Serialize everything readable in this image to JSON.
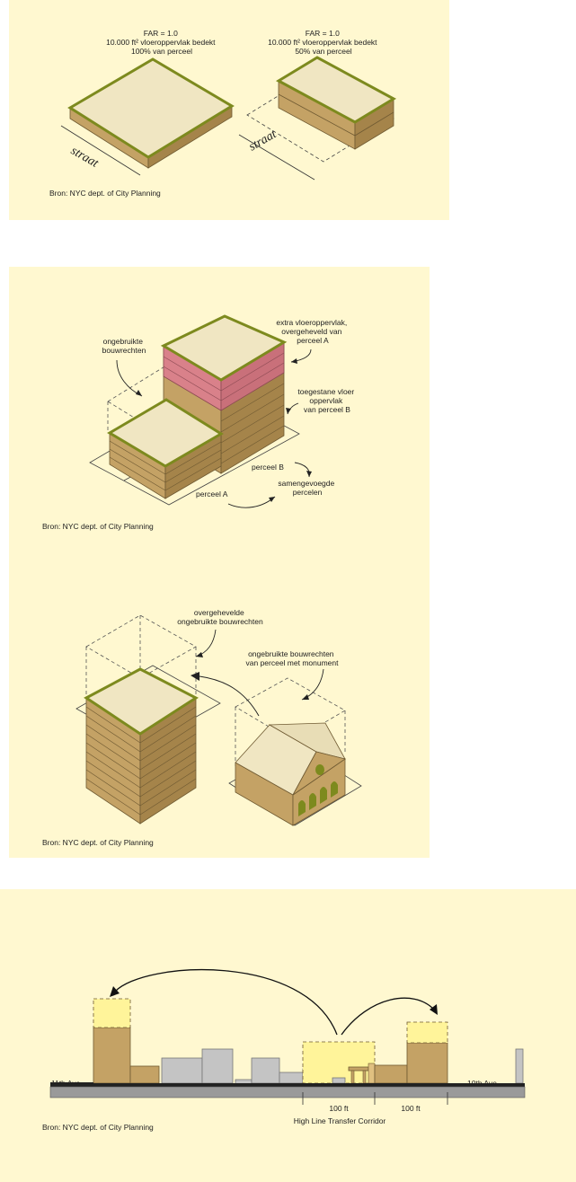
{
  "panel1": {
    "left_label": [
      "FAR = 1.0",
      "10.000 ft² vloeroppervlak bedekt",
      "100% van perceel"
    ],
    "right_label": [
      "FAR = 1.0",
      "10.000 ft² vloeroppervlak bedekt",
      "50% van perceel"
    ],
    "street_left": "straat",
    "street_right": "straat",
    "source": "Bron: NYC dept. of City Planning"
  },
  "panel2": {
    "unused_rights": [
      "ongebruikte",
      "bouwrechten"
    ],
    "extra_floor": [
      "extra vloeroppervlak,",
      "overgeheveld van",
      "perceel A"
    ],
    "allowed_floor": [
      "toegestane vloer",
      "oppervlak",
      "van perceel B"
    ],
    "lot_b": "perceel B",
    "lot_a": "perceel A",
    "merged": [
      "samengevoegde",
      "percelen"
    ],
    "source": "Bron: NYC dept. of City Planning"
  },
  "panel3": {
    "transferred": [
      "overgehevelde",
      "ongebruikte bouwrechten"
    ],
    "monument_rights": [
      "ongebruikte bouwrechten",
      "van perceel met monument"
    ],
    "source": "Bron: NYC dept. of City Planning"
  },
  "panel4": {
    "ave_11": "11th Ave",
    "ave_10": "10th Ave",
    "dist_1": "100 ft",
    "dist_2": "100 ft",
    "corridor": "High Line Transfer Corridor",
    "source": "Bron: NYC dept. of City Planning"
  },
  "colors": {
    "panel_bg": "#fff8d0",
    "roof": "#f0e6c2",
    "wall": "#c4a265",
    "wall_dark": "#a5844a",
    "rim": "#7d8a1e",
    "extra": "#d9818a",
    "grey": "#c4c4c4",
    "yellow": "#fff49a"
  }
}
